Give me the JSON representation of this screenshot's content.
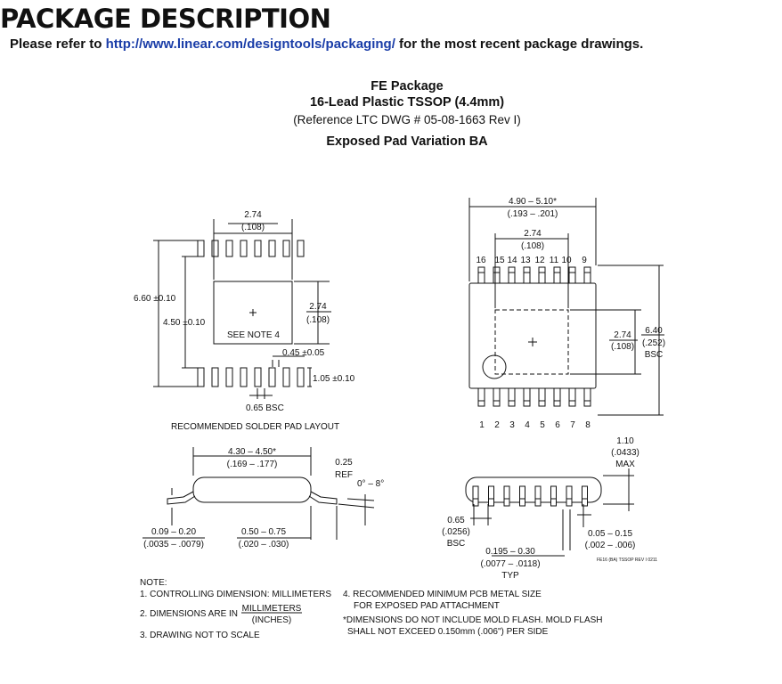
{
  "header": {
    "title": "PACKAGE DESCRIPTION",
    "refer_prefix": "Please refer to ",
    "refer_link": "http://www.linear.com/designtools/packaging/",
    "refer_suffix": " for the most recent package drawings."
  },
  "package": {
    "name": "FE Package",
    "type": "16-Lead Plastic TSSOP (4.4mm)",
    "reference": "(Reference LTC DWG # 05-08-1663 Rev I)",
    "variation": "Exposed Pad Variation BA"
  },
  "solder_layout": {
    "caption": "RECOMMENDED SOLDER PAD LAYOUT",
    "pad_width_mm": "2.74",
    "pad_width_in": "(.108)",
    "pad_height_mm": "2.74",
    "pad_height_in": "(.108)",
    "overall": "6.60 ±0.10",
    "inner": "4.50 ±0.10",
    "note": "SEE NOTE 4",
    "lead_width": "0.45 ±0.05",
    "lead_length": "1.05 ±0.10",
    "pitch": "0.65 BSC"
  },
  "top_view": {
    "length_mm": "4.90 – 5.10*",
    "length_in": "(.193 – .201)",
    "pad_mm": "2.74",
    "pad_in": "(.108)",
    "top_pins": [
      "16",
      "15",
      "14",
      "13",
      "12",
      "11",
      "10",
      "9"
    ],
    "bottom_pins": [
      "1",
      "2",
      "3",
      "4",
      "5",
      "6",
      "7",
      "8"
    ],
    "side_pad_mm": "2.74",
    "side_pad_in": "(.108)",
    "width_mm": "6.40",
    "width_in": "(.252)",
    "width_bsc": "BSC"
  },
  "side_view": {
    "body_mm": "4.30 – 4.50*",
    "body_in": "(.169 – .177)",
    "ref_val": "0.25",
    "ref": "REF",
    "angle": "0° – 8°",
    "thick_mm": "0.09 – 0.20",
    "thick_in": "(.0035 – .0079)",
    "foot_mm": "0.50 – 0.75",
    "foot_in": "(.020 – .030)"
  },
  "end_view": {
    "height_mm": "1.10",
    "height_in": "(.0433)",
    "height_max": "MAX",
    "pitch_mm": "0.65",
    "pitch_in": "(.0256)",
    "pitch_bsc": "BSC",
    "lead_mm": "0.195 – 0.30",
    "lead_in": "(.0077 – .0118)",
    "lead_typ": "TYP",
    "standoff_mm": "0.05 – 0.15",
    "standoff_in": "(.002 – .006)",
    "drawing_id": "FE16 (BA) TSSOP REV I 0211"
  },
  "notes": {
    "heading": "NOTE:",
    "n1": "1. CONTROLLING DIMENSION: MILLIMETERS",
    "n2_prefix": "2. DIMENSIONS ARE IN ",
    "n2_num": "MILLIMETERS",
    "n2_den": "(INCHES)",
    "n3": "3. DRAWING NOT TO SCALE",
    "n4a": "4. RECOMMENDED MINIMUM PCB METAL SIZE",
    "n4b": "FOR EXPOSED PAD ATTACHMENT",
    "n5a": "*DIMENSIONS DO NOT INCLUDE MOLD FLASH. MOLD FLASH",
    "n5b": "SHALL NOT EXCEED 0.150mm (.006\") PER SIDE"
  }
}
